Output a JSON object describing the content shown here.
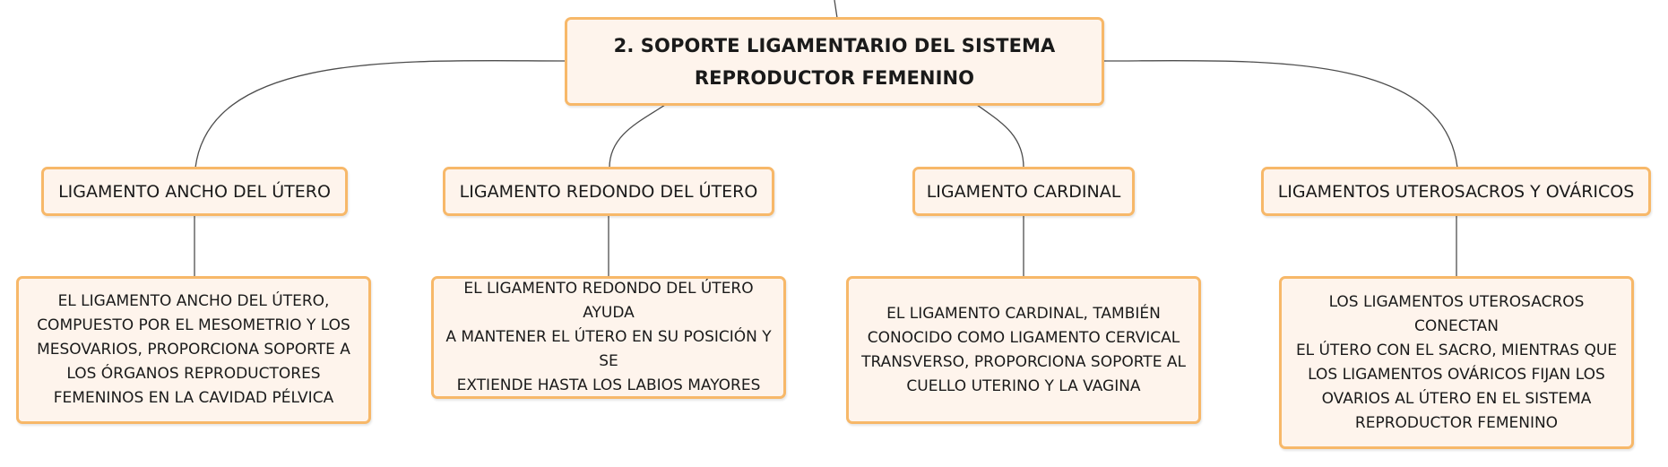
{
  "root": {
    "title_line1": "2. SOPORTE LIGAMENTARIO DEL SISTEMA",
    "title_line2": "REPRODUCTOR FEMENINO"
  },
  "branches": [
    {
      "label": "LIGAMENTO ANCHO DEL ÚTERO",
      "description_lines": [
        "EL LIGAMENTO ANCHO DEL ÚTERO,",
        "COMPUESTO POR EL MESOMETRIO Y LOS",
        "MESOVARIOS, PROPORCIONA SOPORTE A",
        "LOS ÓRGANOS REPRODUCTORES",
        "FEMENINOS EN LA CAVIDAD PÉLVICA"
      ]
    },
    {
      "label": "LIGAMENTO REDONDO DEL ÚTERO",
      "description_lines": [
        "EL LIGAMENTO REDONDO DEL ÚTERO AYUDA",
        "A MANTENER EL ÚTERO EN SU POSICIÓN Y SE",
        "EXTIENDE HASTA LOS LABIOS MAYORES"
      ]
    },
    {
      "label": "LIGAMENTO CARDINAL",
      "description_lines": [
        "EL LIGAMENTO CARDINAL, TAMBIÉN",
        "CONOCIDO COMO LIGAMENTO CERVICAL",
        "TRANSVERSO, PROPORCIONA SOPORTE AL",
        "CUELLO UTERINO Y LA VAGINA"
      ]
    },
    {
      "label": "LIGAMENTOS UTEROSACROS Y OVÁRICOS",
      "description_lines": [
        "LOS LIGAMENTOS UTEROSACROS CONECTAN",
        "EL ÚTERO CON EL SACRO, MIENTRAS QUE",
        "LOS LIGAMENTOS OVÁRICOS FIJAN LOS",
        "OVARIOS AL ÚTERO EN EL SISTEMA",
        "REPRODUCTOR FEMENINO"
      ]
    }
  ],
  "colors": {
    "node_fill": "#fef4ec",
    "node_border": "#f7b869",
    "connector": "#4d4d4d",
    "text": "#1a1a1a"
  }
}
